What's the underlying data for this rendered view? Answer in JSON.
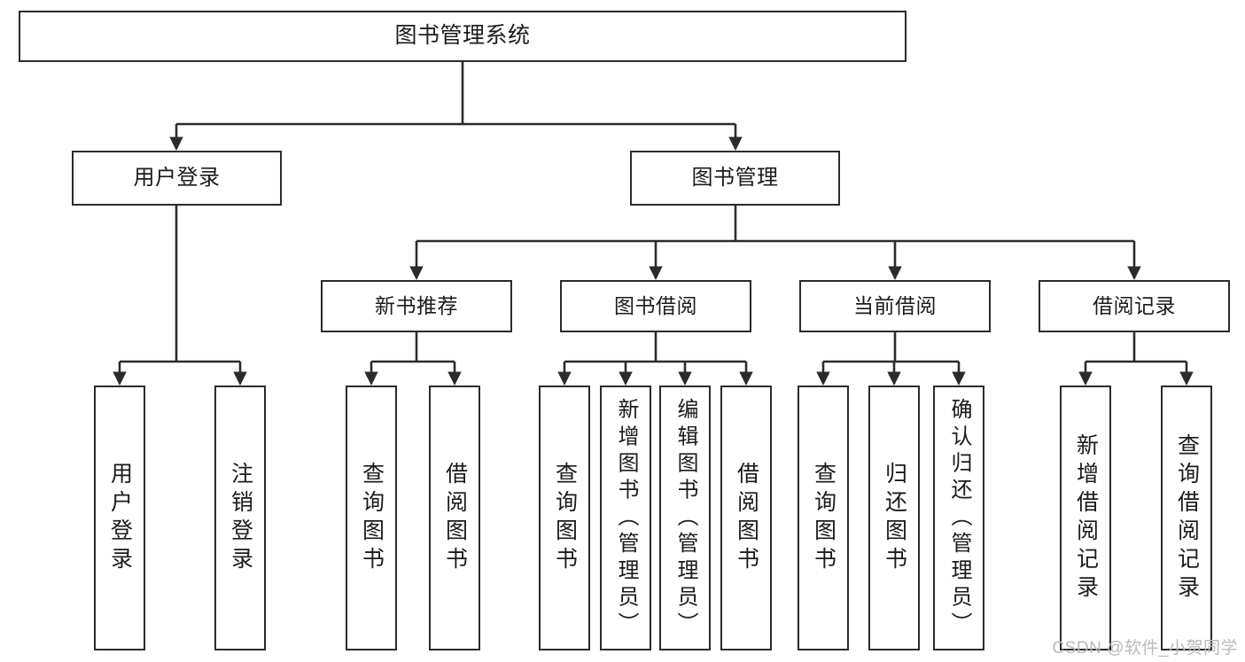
{
  "diagram": {
    "type": "tree-hierarchy-chart",
    "title_node": {
      "id": "root",
      "label": "图书管理系统"
    },
    "level2": [
      {
        "id": "user-login",
        "label": "用户登录"
      },
      {
        "id": "book-manage",
        "label": "图书管理"
      }
    ],
    "level3": [
      {
        "id": "new-book-recommend",
        "label": "新书推荐",
        "parent": "book-manage"
      },
      {
        "id": "book-borrow",
        "label": "图书借阅",
        "parent": "book-manage"
      },
      {
        "id": "current-borrow",
        "label": "当前借阅",
        "parent": "book-manage"
      },
      {
        "id": "borrow-record",
        "label": "借阅记录",
        "parent": "book-manage"
      }
    ],
    "leaves": {
      "user_login": [
        {
          "id": "leaf-user-login",
          "label": "用户登录"
        },
        {
          "id": "leaf-logout-login",
          "label": "注销登录"
        }
      ],
      "new_book_recommend": [
        {
          "id": "leaf-query-book-1",
          "label": "查询图书"
        },
        {
          "id": "leaf-borrow-book-1",
          "label": "借阅图书"
        }
      ],
      "book_borrow": [
        {
          "id": "leaf-query-book-2",
          "label": "查询图书"
        },
        {
          "id": "leaf-add-book",
          "label": "新增图书（管理员）"
        },
        {
          "id": "leaf-edit-book",
          "label": "编辑图书（管理员）"
        },
        {
          "id": "leaf-borrow-book-2",
          "label": "借阅图书"
        }
      ],
      "current_borrow": [
        {
          "id": "leaf-query-book-3",
          "label": "查询图书"
        },
        {
          "id": "leaf-return-book",
          "label": "归还图书"
        },
        {
          "id": "leaf-confirm-return",
          "label": "确认归还（管理员）"
        }
      ],
      "borrow_record": [
        {
          "id": "leaf-add-borrow-record",
          "label": "新增借阅记录"
        },
        {
          "id": "leaf-query-borrow-record",
          "label": "查询借阅记录"
        }
      ]
    },
    "colors": {
      "stroke": "#2b2b2b",
      "node_fill": "#ffffff",
      "text": "#1b1b1b",
      "watermark": "#b9b9b9",
      "background": "#ffffff"
    }
  },
  "watermark": {
    "text": "CSDN @软件_小贺同学"
  }
}
